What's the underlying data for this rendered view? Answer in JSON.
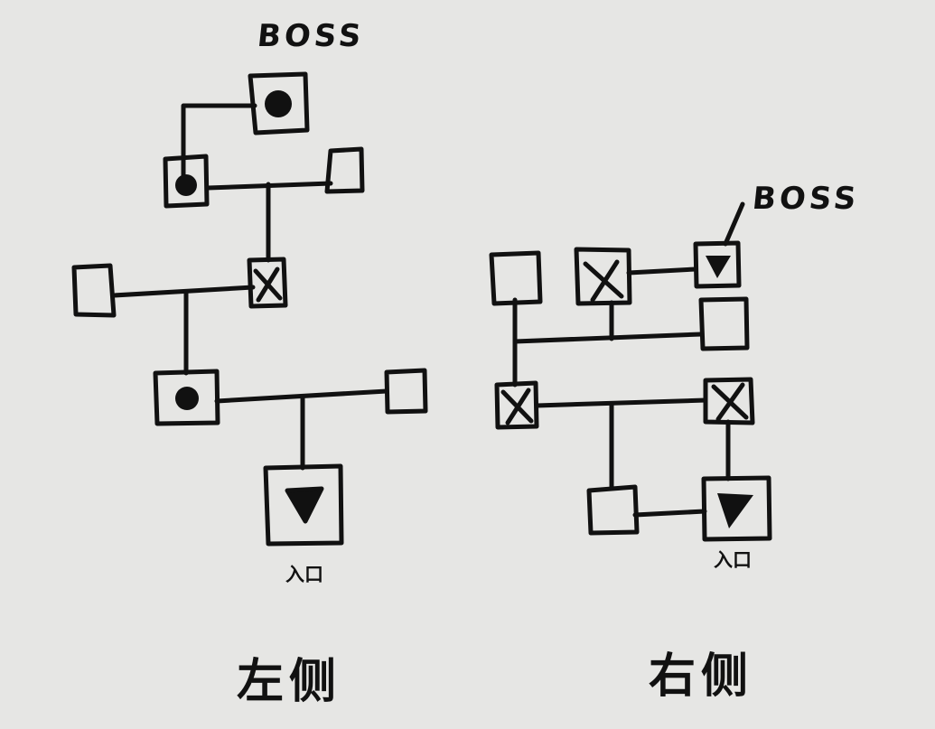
{
  "left": {
    "boss_label": "BOSS",
    "entry_label": "入口",
    "caption": "左侧"
  },
  "right": {
    "boss_label": "BOSS",
    "entry_label": "入口",
    "caption": "右侧"
  },
  "legend_marks": {
    "boss_room": "filled-circle",
    "entry_room": "triangle",
    "cross_room": "x",
    "empty_room": "blank"
  },
  "colors": {
    "ink": "#111111",
    "paper": "#e6e6e4"
  }
}
